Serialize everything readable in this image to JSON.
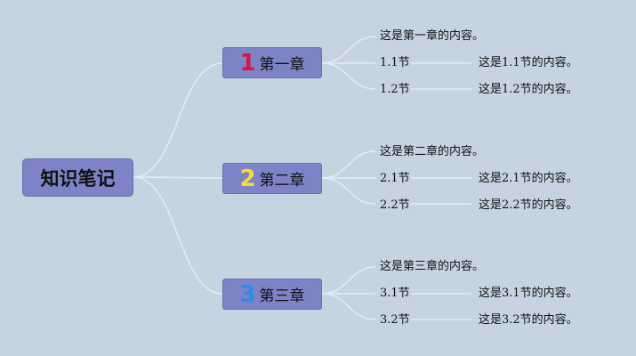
{
  "root": {
    "label": "知识笔记"
  },
  "colors": {
    "background": "#c6d4e2",
    "node": "#7d83c6",
    "connector": "#e4ebf3"
  },
  "chapters": [
    {
      "number": "1",
      "number_color": "#d6173f",
      "label": "第一章",
      "summary": "这是第一章的内容。",
      "sections": [
        {
          "label": "1.1节",
          "content": "这是1.1节的内容。"
        },
        {
          "label": "1.2节",
          "content": "这是1.2节的内容。"
        }
      ]
    },
    {
      "number": "2",
      "number_color": "#f3dc3a",
      "label": "第二章",
      "summary": "这是第二章的内容。",
      "sections": [
        {
          "label": "2.1节",
          "content": "这是2.1节的内容。"
        },
        {
          "label": "2.2节",
          "content": "这是2.2节的内容。"
        }
      ]
    },
    {
      "number": "3",
      "number_color": "#2a8ee6",
      "label": "第三章",
      "summary": "这是第三章的内容。",
      "sections": [
        {
          "label": "3.1节",
          "content": "这是3.1节的内容。"
        },
        {
          "label": "3.2节",
          "content": "这是3.2节的内容。"
        }
      ]
    }
  ]
}
